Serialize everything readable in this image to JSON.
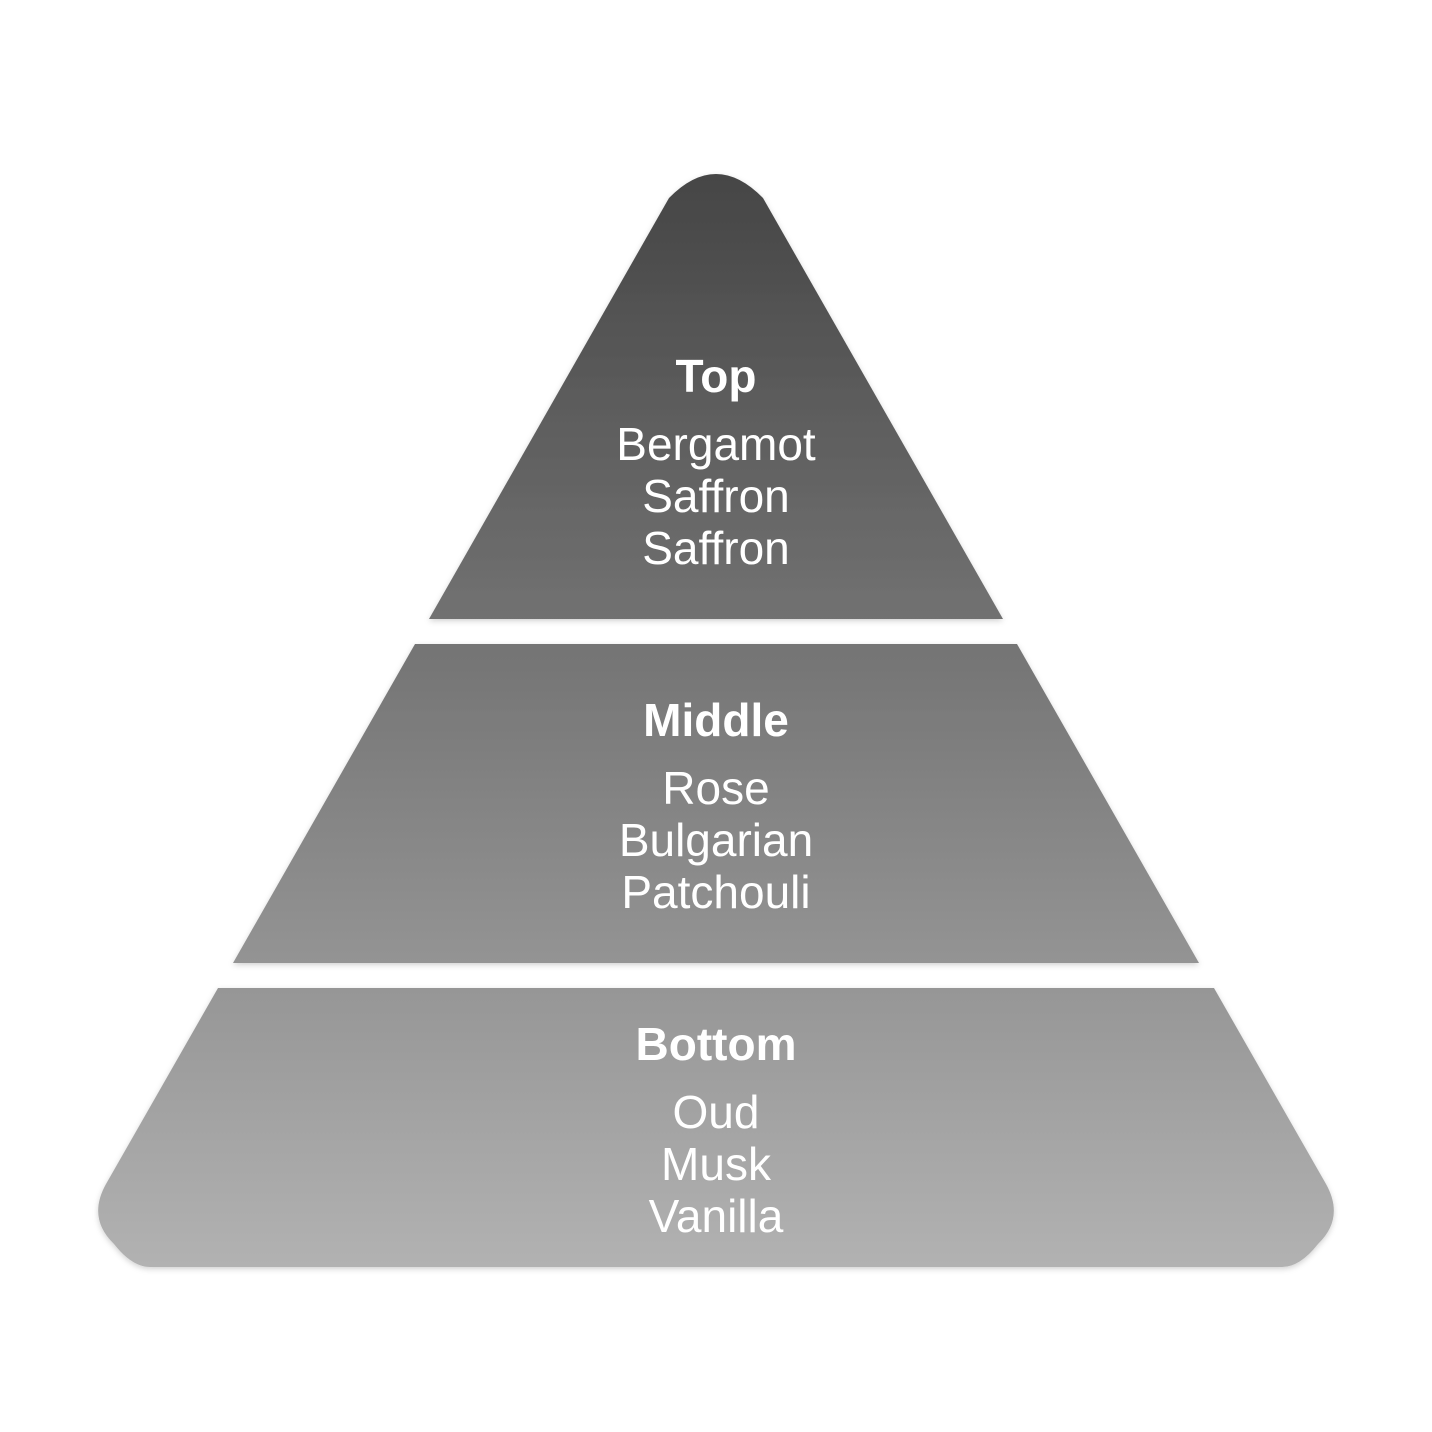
{
  "pyramid": {
    "tiers": [
      {
        "title": "Top",
        "notes": [
          "Bergamot",
          "Saffron",
          "Saffron"
        ]
      },
      {
        "title": "Middle",
        "notes": [
          "Rose",
          "Bulgarian",
          "Patchouli"
        ]
      },
      {
        "title": "Bottom",
        "notes": [
          "Oud",
          "Musk",
          "Vanilla"
        ]
      }
    ],
    "colors": {
      "gradient_top": "#454545",
      "gradient_bottom": "#b2b2b2",
      "text": "#ffffff"
    }
  }
}
